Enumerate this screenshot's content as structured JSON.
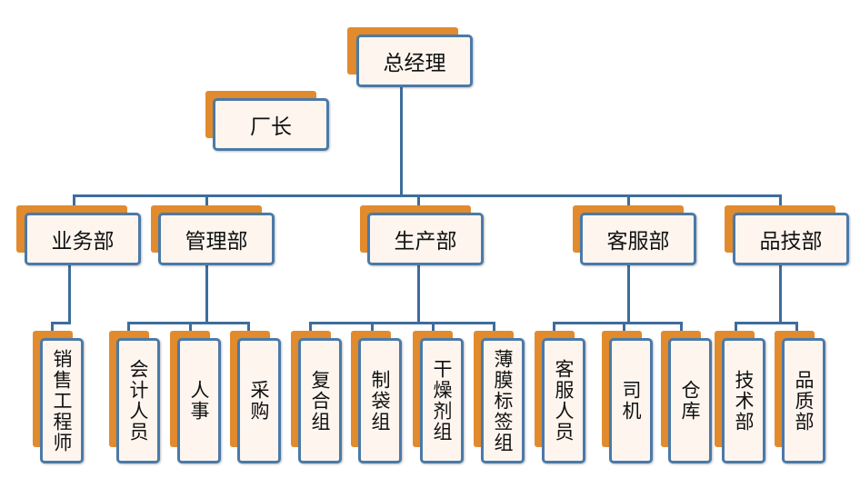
{
  "org_chart": {
    "top": "总经理",
    "deputy": "厂长",
    "departments": [
      {
        "name": "业务部",
        "units": [
          "销售工程师"
        ]
      },
      {
        "name": "管理部",
        "units": [
          "会计人员",
          "人事",
          "采购"
        ]
      },
      {
        "name": "生产部",
        "units": [
          "复合组",
          "制袋组",
          "干燥剂组",
          "薄膜标签组"
        ]
      },
      {
        "name": "客服部",
        "units": [
          "客服人员",
          "司机",
          "仓库"
        ]
      },
      {
        "name": "品技部",
        "units": [
          "技术部",
          "品质部"
        ]
      }
    ]
  },
  "colors": {
    "box_border": "#4a7aa8",
    "box_fill": "#fdf5ee",
    "shadow": "#e28b2e",
    "connector": "#3e6d9c"
  }
}
